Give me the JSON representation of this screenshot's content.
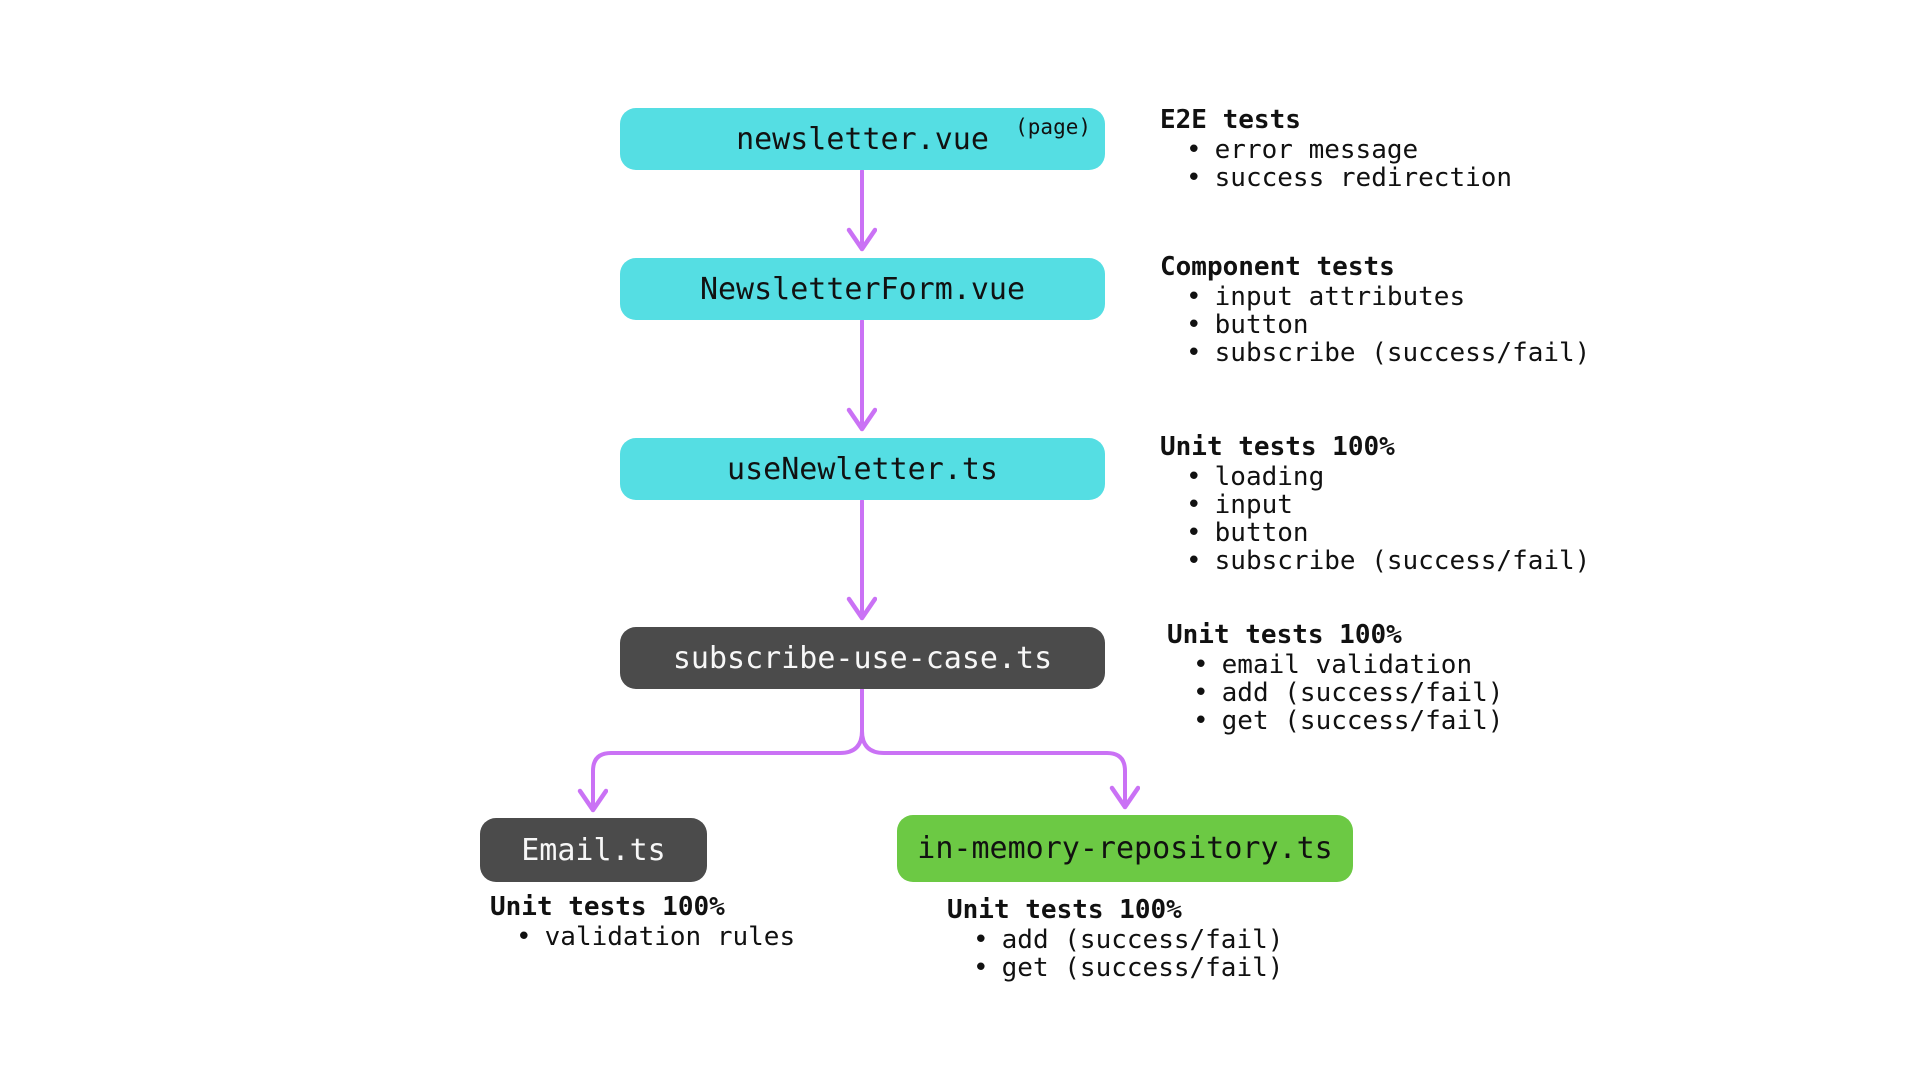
{
  "diagram": {
    "bullet_char": "•",
    "colors": {
      "background": "#ffffff",
      "node_cyan": "#55dee3",
      "node_dark": "#4b4b4b",
      "node_green": "#6cc944",
      "arrow": "#ca72f5",
      "text_dark": "#111111",
      "text_light": "#f7f7f7"
    },
    "nodes": [
      {
        "id": "newsletter-vue",
        "label": "newsletter.vue",
        "badge": "(page)",
        "color": "cyan"
      },
      {
        "id": "newsletter-form-vue",
        "label": "NewsletterForm.vue",
        "color": "cyan"
      },
      {
        "id": "use-newletter-ts",
        "label": "useNewletter.ts",
        "color": "cyan"
      },
      {
        "id": "subscribe-use-case-ts",
        "label": "subscribe-use-case.ts",
        "color": "dark"
      },
      {
        "id": "email-ts",
        "label": "Email.ts",
        "color": "dark"
      },
      {
        "id": "in-memory-repository-ts",
        "label": "in-memory-repository.ts",
        "color": "green"
      }
    ],
    "annotations": [
      {
        "for": "newsletter-vue",
        "title": "E2E tests",
        "items": [
          "error message",
          "success redirection"
        ]
      },
      {
        "for": "newsletter-form-vue",
        "title": "Component tests",
        "items": [
          "input attributes",
          "button",
          "subscribe (success/fail)"
        ]
      },
      {
        "for": "use-newletter-ts",
        "title": "Unit tests 100%",
        "items": [
          "loading",
          "input",
          "button",
          "subscribe (success/fail)"
        ]
      },
      {
        "for": "subscribe-use-case-ts",
        "title": "Unit tests 100%",
        "items": [
          "email validation",
          "add (success/fail)",
          "get (success/fail)"
        ]
      },
      {
        "for": "email-ts",
        "title": "Unit tests 100%",
        "items": [
          "validation rules"
        ]
      },
      {
        "for": "in-memory-repository-ts",
        "title": "Unit tests 100%",
        "items": [
          "add (success/fail)",
          "get (success/fail)"
        ]
      }
    ]
  }
}
